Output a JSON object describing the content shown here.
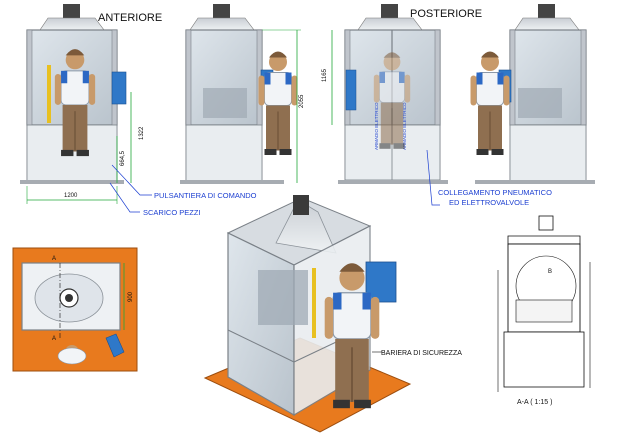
{
  "views": {
    "front_title": "ANTERIORE",
    "rear_title": "POSTERIORE",
    "section_label": "A-A ( 1:15 )"
  },
  "dimensions": {
    "front_width": "1200",
    "front_height": "1322",
    "front_height_low": "664,5",
    "side_height": "2055",
    "rear_height": "1165",
    "plan_depth": "900"
  },
  "markers": {
    "section_a_top": "A",
    "section_a_bottom": "A",
    "detail_b": "B"
  },
  "callouts": {
    "pulsantiera": "PULSANTIERA DI COMANDO",
    "scarico": "SCARICO PEZZI",
    "collegamento_line1": "COLLEGAMENTO PNEUMATICO",
    "collegamento_line2": "ED ELETTROVALVOLE",
    "barriera": "BARIERA DI SICUREZZA"
  },
  "cabinet_labels": {
    "left": "ARMADIO ELETTRICO",
    "right": "ARMADIO ELETTRICO"
  },
  "colors": {
    "dimension_green": "#22a83a",
    "callout_blue": "#1c3fd1",
    "floor_orange": "#e87a1e",
    "panel_blue": "#2f78c8",
    "frame_gray": "#b9bec6"
  }
}
